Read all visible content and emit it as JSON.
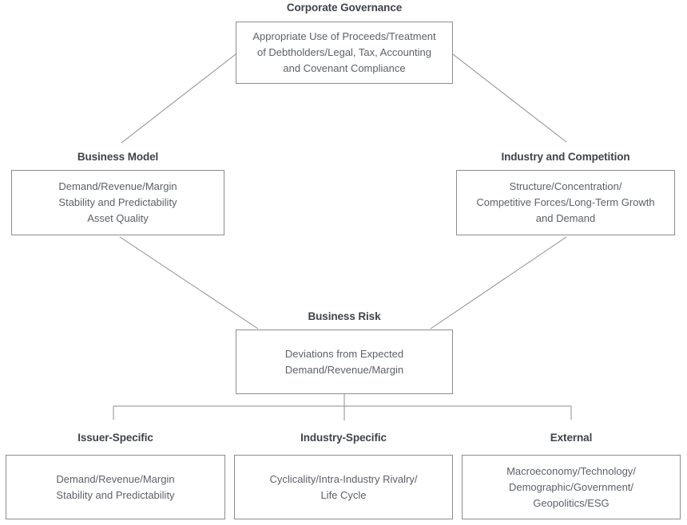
{
  "palette": {
    "border": "#8a8c8f",
    "line": "#8a8c8f",
    "title_text": "#3f444a",
    "body_text": "#5c6167",
    "page_bg": "#ffffff"
  },
  "nodes": {
    "corporate_governance": {
      "title": "Corporate Governance",
      "body_lines": [
        "Appropriate Use of Proceeds/Treatment",
        "of Debtholders/Legal, Tax, Accounting",
        "and Covenant Compliance"
      ]
    },
    "business_model": {
      "title": "Business Model",
      "body_lines": [
        "Demand/Revenue/Margin",
        "Stability and Predictability",
        "Asset Quality"
      ]
    },
    "industry_and_competition": {
      "title": "Industry and Competition",
      "body_lines": [
        "Structure/Concentration/",
        "Competitive Forces/Long-Term Growth",
        "and Demand"
      ]
    },
    "business_risk": {
      "title": "Business Risk",
      "body_lines": [
        "Deviations from Expected",
        "Demand/Revenue/Margin"
      ]
    },
    "issuer_specific": {
      "title": "Issuer-Specific",
      "body_lines": [
        "Demand/Revenue/Margin",
        "Stability and Predictability"
      ]
    },
    "industry_specific": {
      "title": "Industry-Specific",
      "body_lines": [
        "Cyclicality/Intra-Industry Rivalry/",
        "Life Cycle"
      ]
    },
    "external": {
      "title": "External",
      "body_lines": [
        "Macroeconomy/Technology/",
        "Demographic/Government/",
        "Geopolitics/ESG"
      ]
    }
  }
}
